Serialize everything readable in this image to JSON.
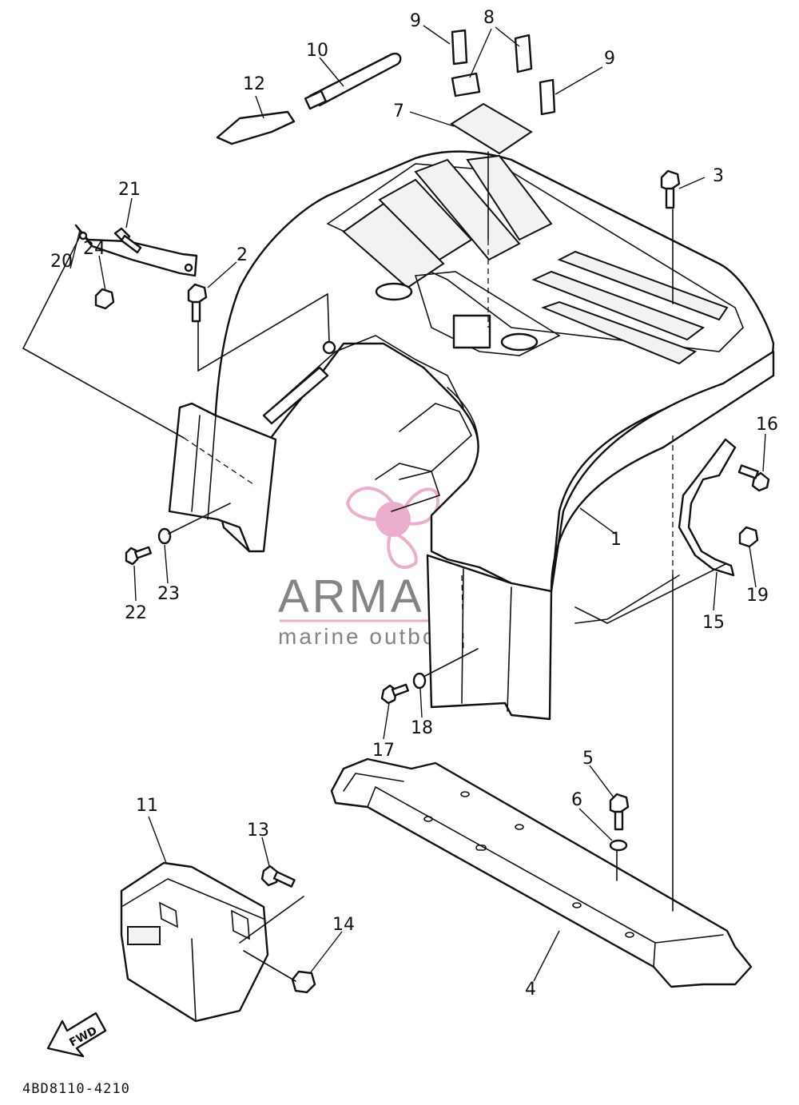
{
  "diagram": {
    "diagram_code": "4BD8110-4210",
    "fwd_label": "FWD",
    "watermark": {
      "brand": "ARMADA",
      "tagline": "marine outboards",
      "accent_color": "#e8a0c4",
      "text_color": "#6f6f6f"
    },
    "callouts": [
      {
        "id": "c1",
        "label": "1"
      },
      {
        "id": "c2",
        "label": "2"
      },
      {
        "id": "c3",
        "label": "3"
      },
      {
        "id": "c4",
        "label": "4"
      },
      {
        "id": "c5",
        "label": "5"
      },
      {
        "id": "c6",
        "label": "6"
      },
      {
        "id": "c7",
        "label": "7"
      },
      {
        "id": "c8",
        "label": "8"
      },
      {
        "id": "c9a",
        "label": "9"
      },
      {
        "id": "c9b",
        "label": "9"
      },
      {
        "id": "c10",
        "label": "10"
      },
      {
        "id": "c11",
        "label": "11"
      },
      {
        "id": "c12",
        "label": "12"
      },
      {
        "id": "c13",
        "label": "13"
      },
      {
        "id": "c14",
        "label": "14"
      },
      {
        "id": "c15",
        "label": "15"
      },
      {
        "id": "c16",
        "label": "16"
      },
      {
        "id": "c17",
        "label": "17"
      },
      {
        "id": "c18",
        "label": "18"
      },
      {
        "id": "c19",
        "label": "19"
      },
      {
        "id": "c20",
        "label": "20"
      },
      {
        "id": "c21",
        "label": "21"
      },
      {
        "id": "c22",
        "label": "22"
      },
      {
        "id": "c23",
        "label": "23"
      },
      {
        "id": "c24",
        "label": "24"
      }
    ]
  }
}
